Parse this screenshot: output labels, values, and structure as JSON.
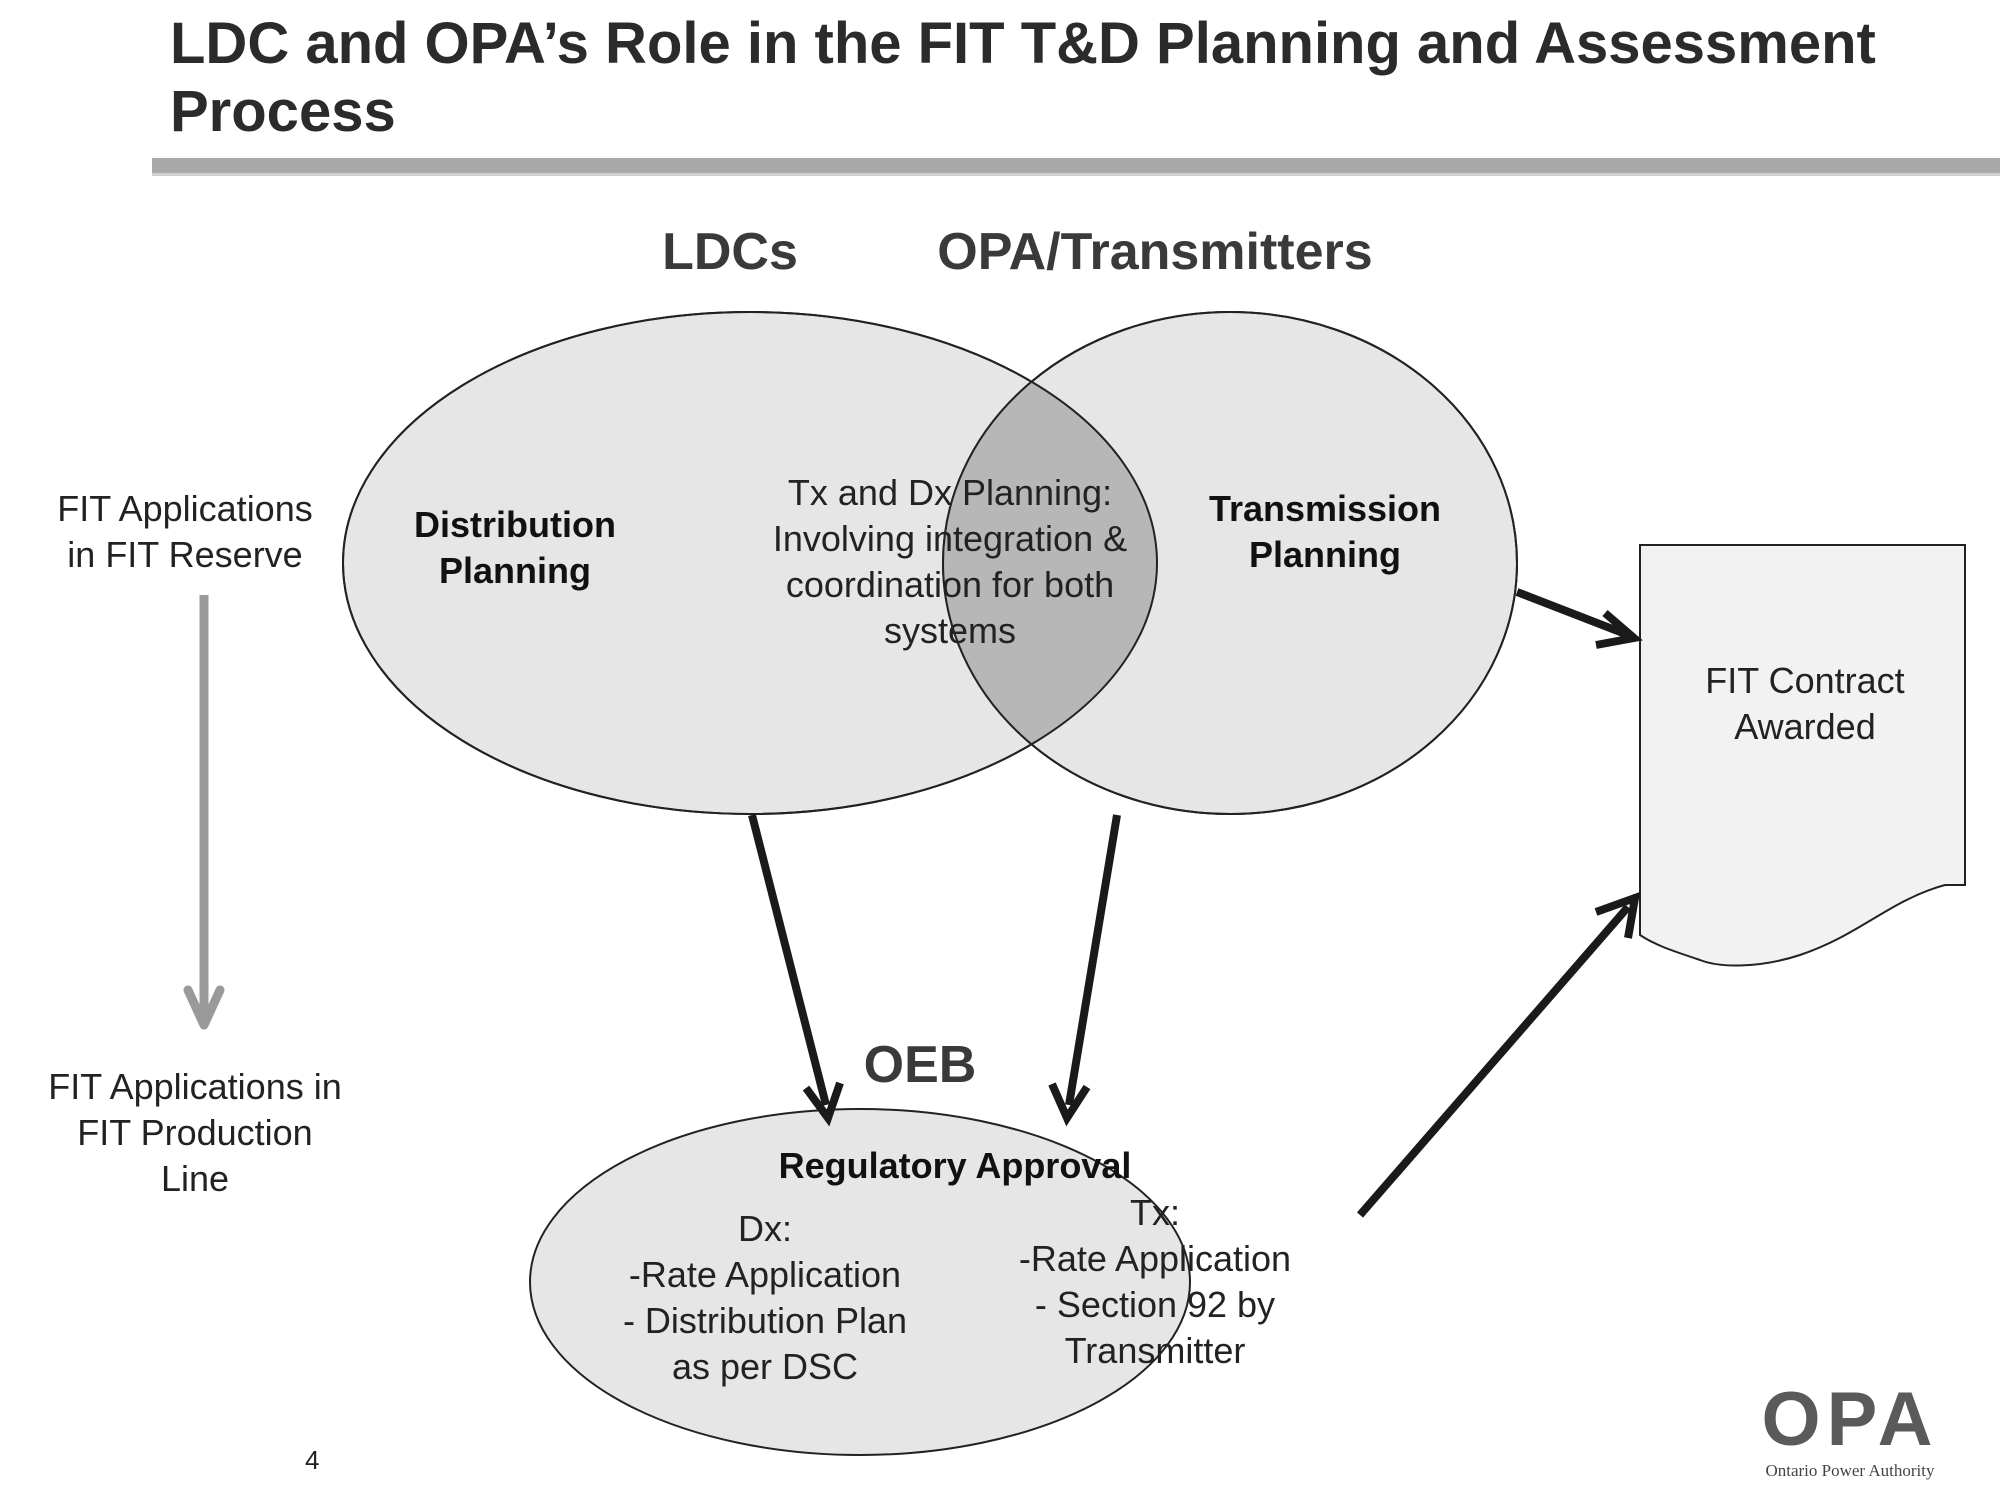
{
  "title": "LDC and OPA’s Role in the FIT T&D Planning and Assessment Process",
  "headers": {
    "ldcs": "LDCs",
    "opa": "OPA/Transmitters",
    "oeb": "OEB"
  },
  "side": {
    "top": "FIT Applications in FIT Reserve",
    "bottom": "FIT Applications in FIT Production Line"
  },
  "circles": {
    "left": "Distribution Planning",
    "overlap": "Tx and Dx Planning: Involving integration & coordination for both systems",
    "right": "Transmission Planning"
  },
  "regulatory": {
    "title": "Regulatory Approval",
    "dx_head": "Dx:",
    "dx_line1": "-Rate Application",
    "dx_line2": "- Distribution Plan",
    "dx_line3": "as per DSC",
    "tx_head": "Tx:",
    "tx_line1": "-Rate Application",
    "tx_line2": "- Section 92 by",
    "tx_line3": "Transmitter"
  },
  "document": "FIT Contract Awarded",
  "page_number": "4",
  "logo": {
    "mark": "OPA",
    "name": "Ontario Power Authority"
  },
  "colors": {
    "ellipse_fill": "#e6e6e6",
    "overlap_fill": "#b7b7b7",
    "rule": "#a9a9a9",
    "arrow": "#1a1a1a",
    "grey_arrow": "#9a9a9a"
  }
}
